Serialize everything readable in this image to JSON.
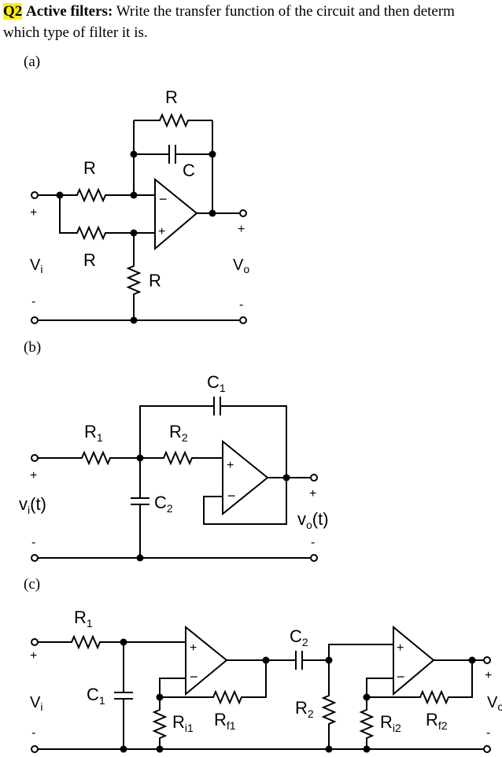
{
  "question": {
    "tag": "Q2",
    "title": "Active filters:",
    "text_line1": "Write the transfer function of the circuit and then determ",
    "text_line2": "which type of filter it is."
  },
  "parts": {
    "a": {
      "label": "(a)",
      "labels": {
        "r_feedback": "R",
        "c_feedback": "C",
        "r_in_top": "R",
        "r_in_bottom": "R",
        "r_ground": "R",
        "vin": "V",
        "vin_sub": "i",
        "vout": "V",
        "vout_sub": "o",
        "plus": "+",
        "minus": "-"
      }
    },
    "b": {
      "label": "(b)",
      "labels": {
        "c1": "C",
        "c1_sub": "1",
        "r1": "R",
        "r1_sub": "1",
        "r2": "R",
        "r2_sub": "2",
        "c2": "C",
        "c2_sub": "2",
        "vin": "v",
        "vin_sub": "i",
        "vin_t": "(t)",
        "vout": "v",
        "vout_sub": "o",
        "vout_t": "(t)",
        "plus": "+",
        "minus": "-"
      }
    },
    "c": {
      "label": "(c)",
      "labels": {
        "r1": "R",
        "r1_sub": "1",
        "c1": "C",
        "c1_sub": "1",
        "ri1": "R",
        "ri1_sub": "i1",
        "rf1": "R",
        "rf1_sub": "f1",
        "c2": "C",
        "c2_sub": "2",
        "r2": "R",
        "r2_sub": "2",
        "ri2": "R",
        "ri2_sub": "i2",
        "rf2": "R",
        "rf2_sub": "f2",
        "vin": "V",
        "vin_sub": "i",
        "vout": "V",
        "vout_sub": "o",
        "plus": "+",
        "minus": "-"
      }
    }
  }
}
